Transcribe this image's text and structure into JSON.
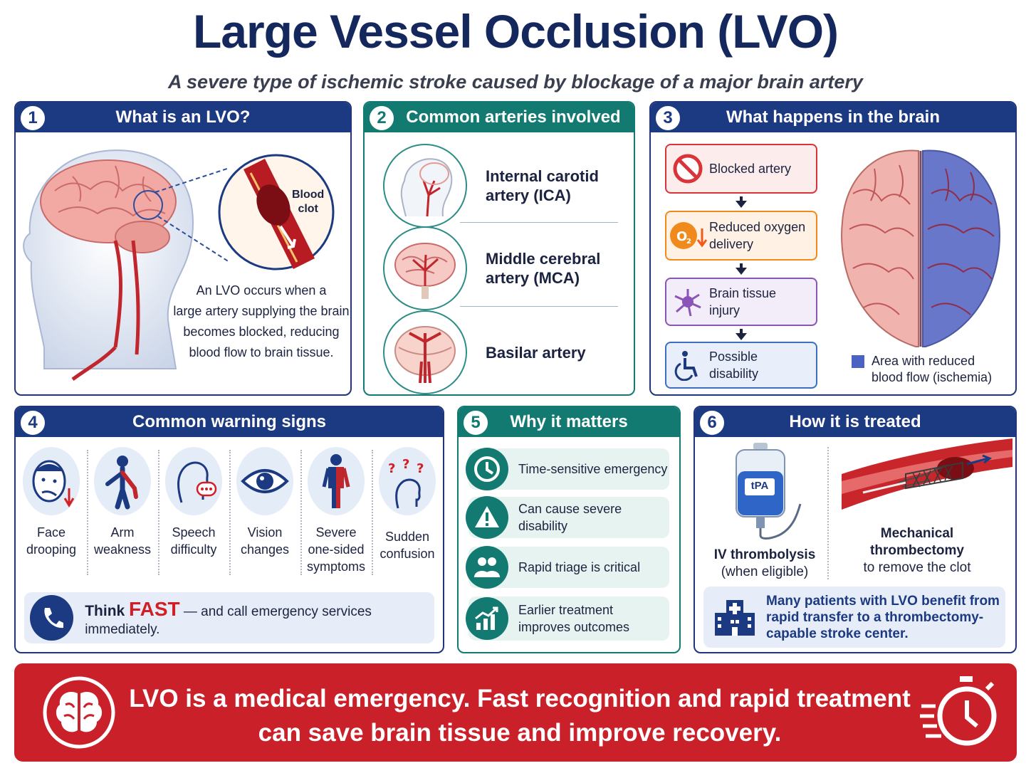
{
  "header": {
    "title": "Large Vessel Occlusion (LVO)",
    "subtitle": "A severe type of ischemic stroke caused by blockage of a major brain artery"
  },
  "panel1": {
    "number": "1",
    "title": "What is an LVO?",
    "clot_label_1": "Blood",
    "clot_label_2": "clot",
    "text_lines": [
      "An LVO occurs when a",
      "large artery supplying the brain",
      "becomes blocked, reducing",
      "blood flow to brain tissue."
    ]
  },
  "panel2": {
    "number": "2",
    "title": "Common arteries involved",
    "arteries": [
      {
        "line1": "Internal carotid",
        "line2": "artery (ICA)"
      },
      {
        "line1": "Middle cerebral",
        "line2": "artery (MCA)"
      },
      {
        "line1": "Basilar artery",
        "line2": ""
      }
    ]
  },
  "panel3": {
    "number": "3",
    "title": "What happens in the brain",
    "steps": [
      {
        "line1": "Blocked artery",
        "line2": "",
        "icon": "no-entry-icon",
        "color": "#d8343a",
        "bg": "#fdecec"
      },
      {
        "line1": "Reduced oxygen",
        "line2": "delivery",
        "icon": "oxygen-down-icon",
        "color": "#f08a1c",
        "bg": "#fff2e4"
      },
      {
        "line1": "Brain tissue",
        "line2": "injury",
        "icon": "neuron-icon",
        "color": "#8a54b8",
        "bg": "#f3ecf9"
      },
      {
        "line1": "Possible",
        "line2": "disability",
        "icon": "wheelchair-icon",
        "color": "#3e6fbf",
        "bg": "#e8effa"
      }
    ],
    "legend_line1": "Area with reduced",
    "legend_line2": "blood flow  (ischemia)"
  },
  "panel4": {
    "number": "4",
    "title": "Common warning signs",
    "signs": [
      {
        "label": "Face\ndrooping",
        "icon": "face-droop-icon"
      },
      {
        "label": "Arm\nweakness",
        "icon": "arm-weakness-icon"
      },
      {
        "label": "Speech\ndifficulty",
        "icon": "speech-icon"
      },
      {
        "label": "Vision\nchanges",
        "icon": "eye-icon"
      },
      {
        "label": "Severe\none-sided\nsymptoms",
        "icon": "one-sided-body-icon"
      },
      {
        "label": "Sudden\nconfusion",
        "icon": "confusion-icon"
      }
    ],
    "fast_prefix": "Think ",
    "fast_word": "FAST",
    "fast_rest": " — and call emergency services immediately."
  },
  "panel5": {
    "number": "5",
    "title": "Why it matters",
    "items": [
      {
        "line1": "Time-sensitive emergency",
        "line2": "",
        "icon": "clock-icon"
      },
      {
        "line1": "Can cause severe disability",
        "line2": "",
        "icon": "warning-icon"
      },
      {
        "line1": "Rapid triage is critical",
        "line2": "",
        "icon": "people-icon"
      },
      {
        "line1": "Earlier treatment",
        "line2": "improves outcomes",
        "icon": "growth-chart-icon"
      }
    ]
  },
  "panel6": {
    "number": "6",
    "title": "How it is treated",
    "tpa_label": "tPA",
    "iv_line1": "IV thrombolysis",
    "iv_line2": "(when eligible)",
    "mech_line1": "Mechanical",
    "mech_line2": "thrombectomy",
    "mech_line3": "to remove the clot",
    "benefit_line1": "Many patients with LVO benefit from",
    "benefit_line2": "rapid transfer to a thrombectomy-",
    "benefit_line3": "capable stroke center."
  },
  "banner": {
    "line1": "LVO is a medical emergency. Fast recognition and rapid treatment",
    "line2": "can save brain tissue and improve recovery."
  }
}
